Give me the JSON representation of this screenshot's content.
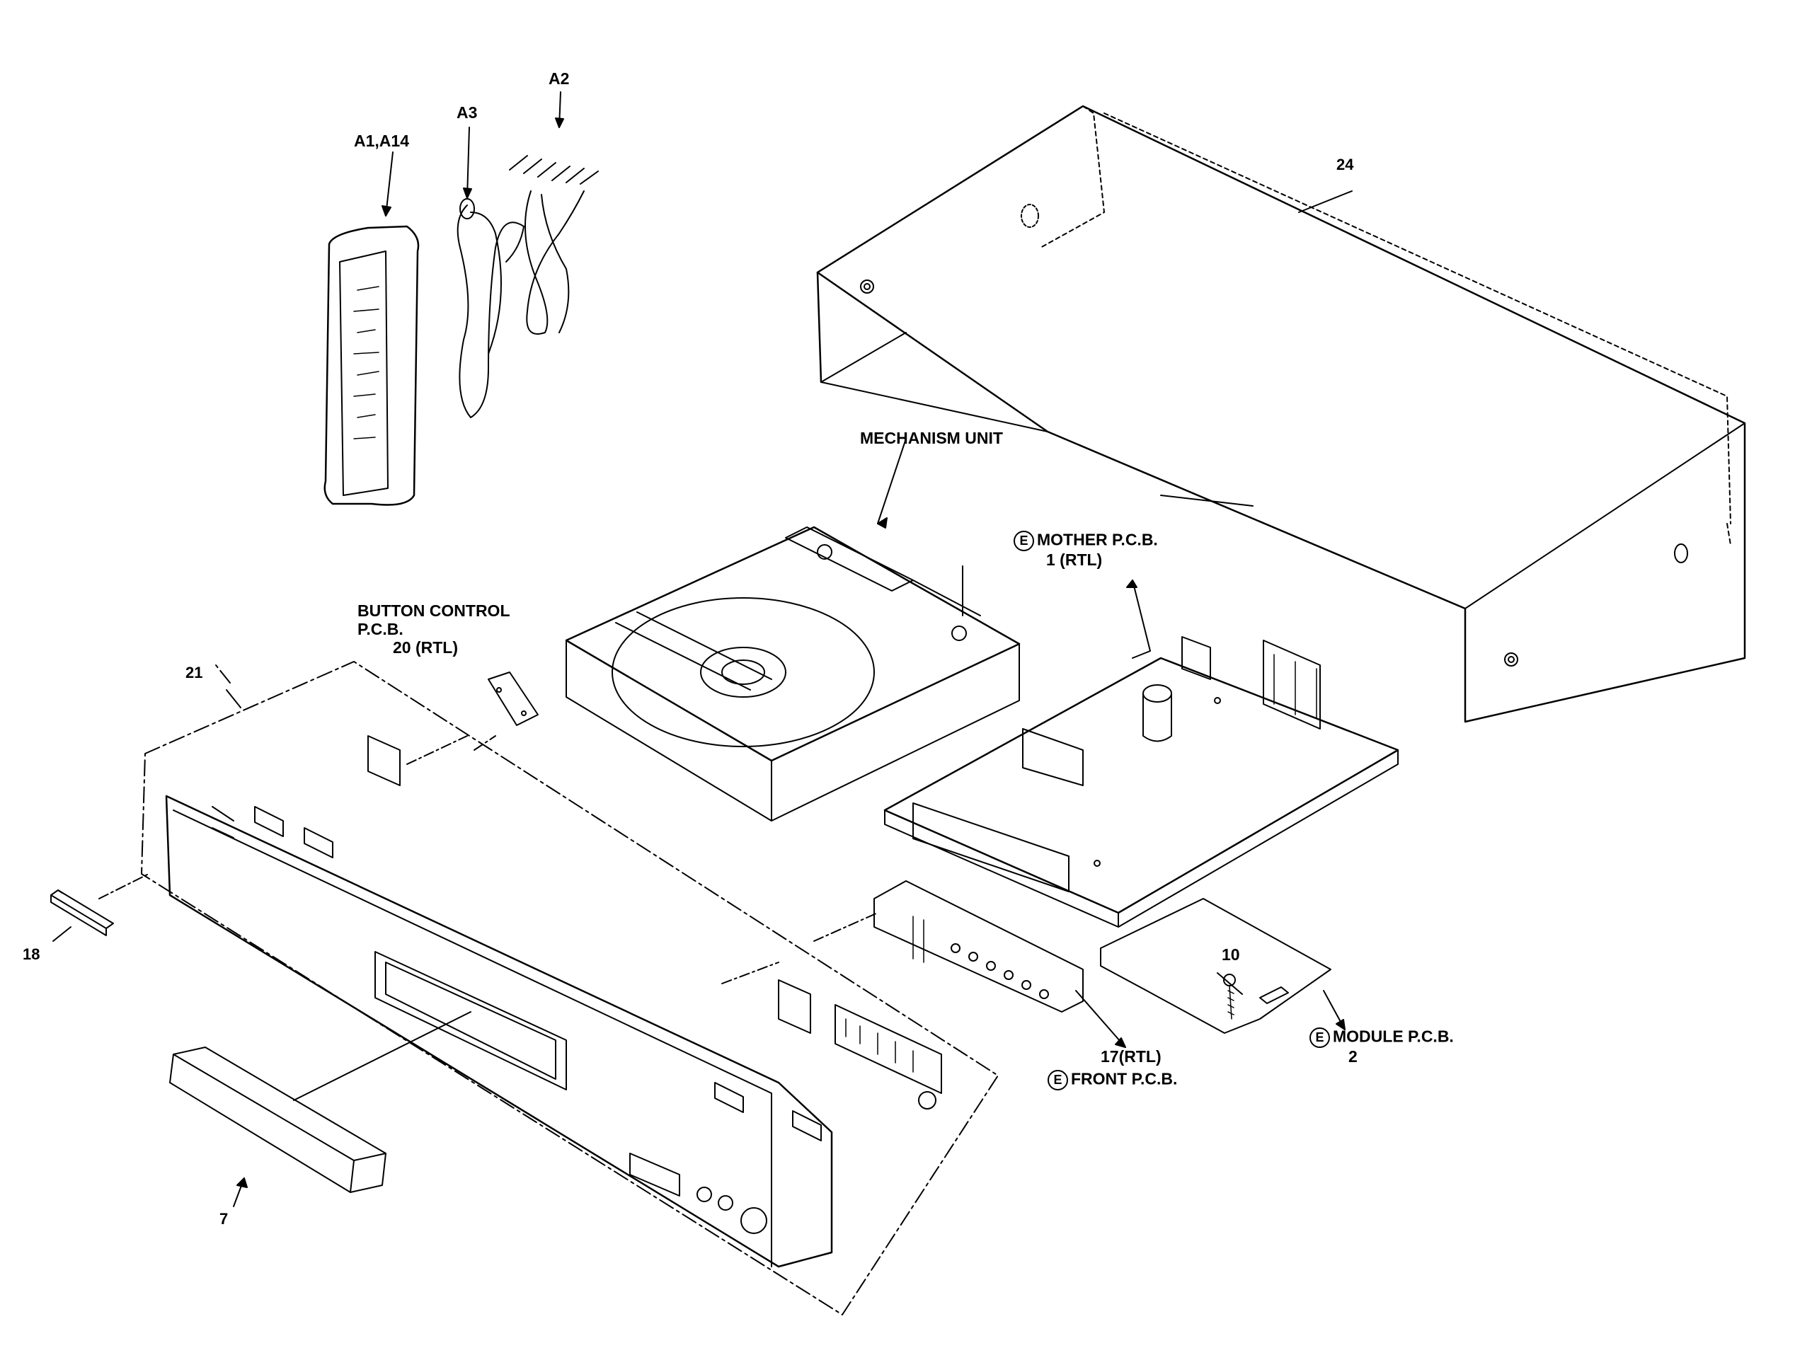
{
  "labels": {
    "a1": "A1,A14",
    "a2": "A2",
    "a3": "A3",
    "p24": "24",
    "mechanism": "MECHANISM UNIT",
    "button_title": "BUTTON CONTROL",
    "button_pcb": "P.C.B.",
    "button_rtl": "20 (RTL)",
    "mother_title": "MOTHER P.C.B.",
    "mother_rtl": "1 (RTL)",
    "p21": "21",
    "p18": "18",
    "p7": "7",
    "p10": "10",
    "front_rtl": "17(RTL)",
    "front_title": "FRONT P.C.B.",
    "module_title": "MODULE P.C.B.",
    "module_num": "2",
    "e_marker": "E"
  },
  "colors": {
    "ink": "#000000",
    "paper": "#ffffff"
  }
}
